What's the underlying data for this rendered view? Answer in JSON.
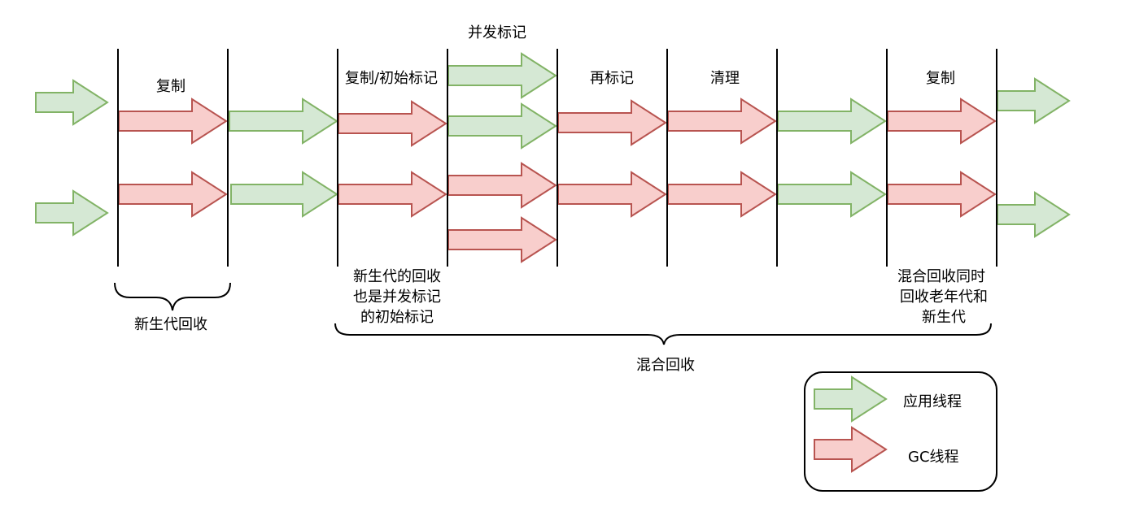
{
  "phases": {
    "copy_young": "复制",
    "concurrent_mark": "并发标记",
    "copy_initial_mark": "复制/初始标记",
    "remark": "再标记",
    "cleanup": "清理",
    "copy_mixed": "复制"
  },
  "annotations": {
    "young_gc": "新生代回收",
    "young_gc_is_initial_mark": [
      "新生代的回收",
      "也是并发标记",
      "的初始标记"
    ],
    "mixed_gc_desc": [
      "混合回收同时",
      "回收老年代和",
      "新生代"
    ],
    "mixed_gc": "混合回收"
  },
  "legend": {
    "app_thread": "应用线程",
    "gc_thread": "GC线程"
  },
  "colors": {
    "app_fill": "#d5e8d4",
    "app_stroke": "#82b366",
    "gc_fill": "#f8cecc",
    "gc_stroke": "#b85450"
  }
}
